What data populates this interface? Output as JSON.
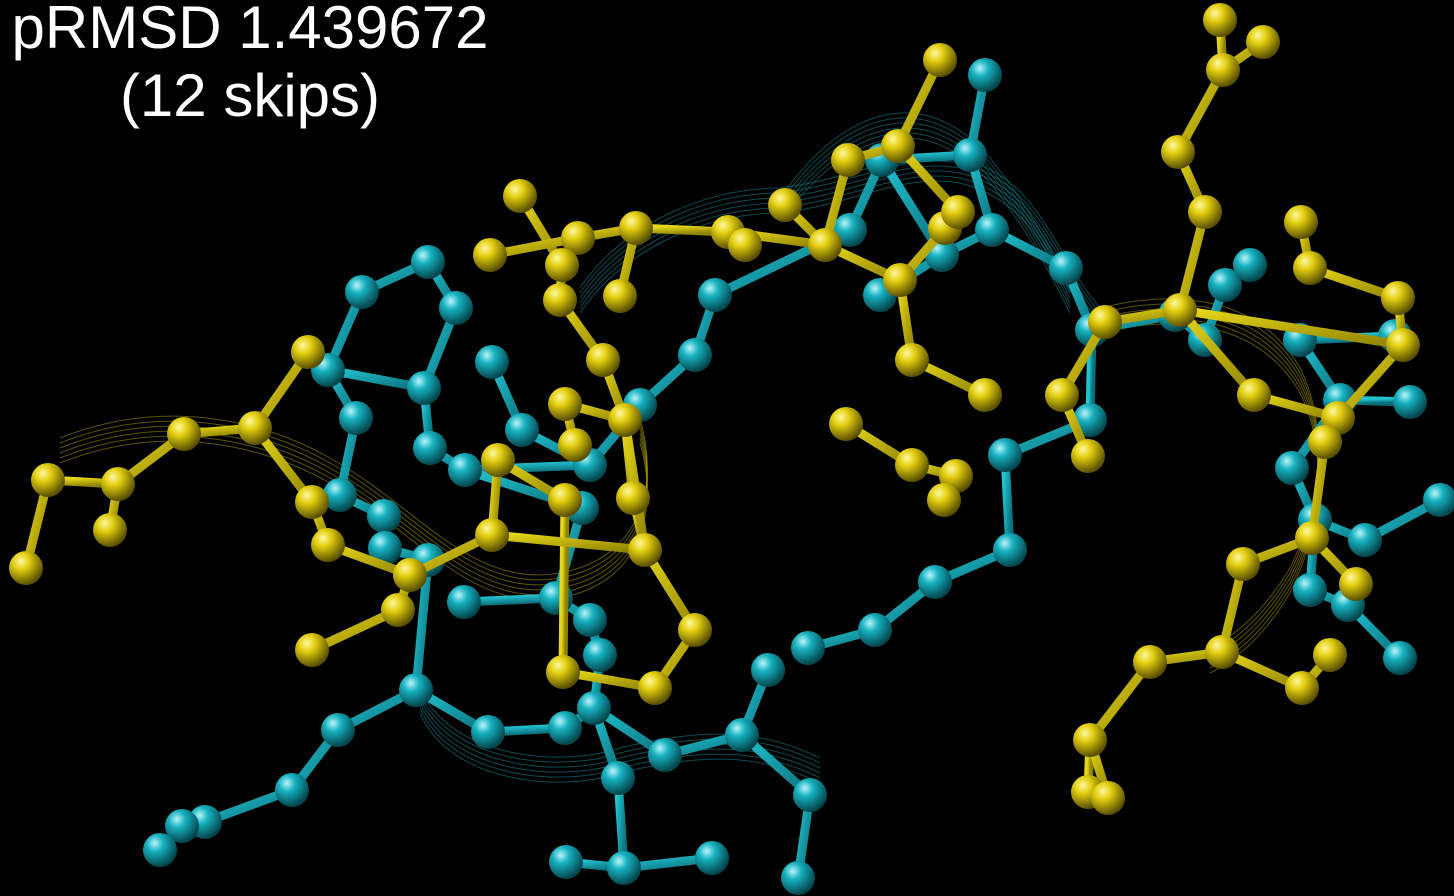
{
  "caption": {
    "line1": "pRMSD 1.439672",
    "line2": "(12 skips)"
  },
  "colors": {
    "background": "#000000",
    "text": "#ffffff",
    "structure_a": "#c8b800",
    "structure_b": "#13a6b4"
  },
  "image": {
    "type": "3d-molecular-ball-and-stick",
    "description_icons": [
      "atom-sphere",
      "bond-stick",
      "ribbon-trace"
    ]
  }
}
